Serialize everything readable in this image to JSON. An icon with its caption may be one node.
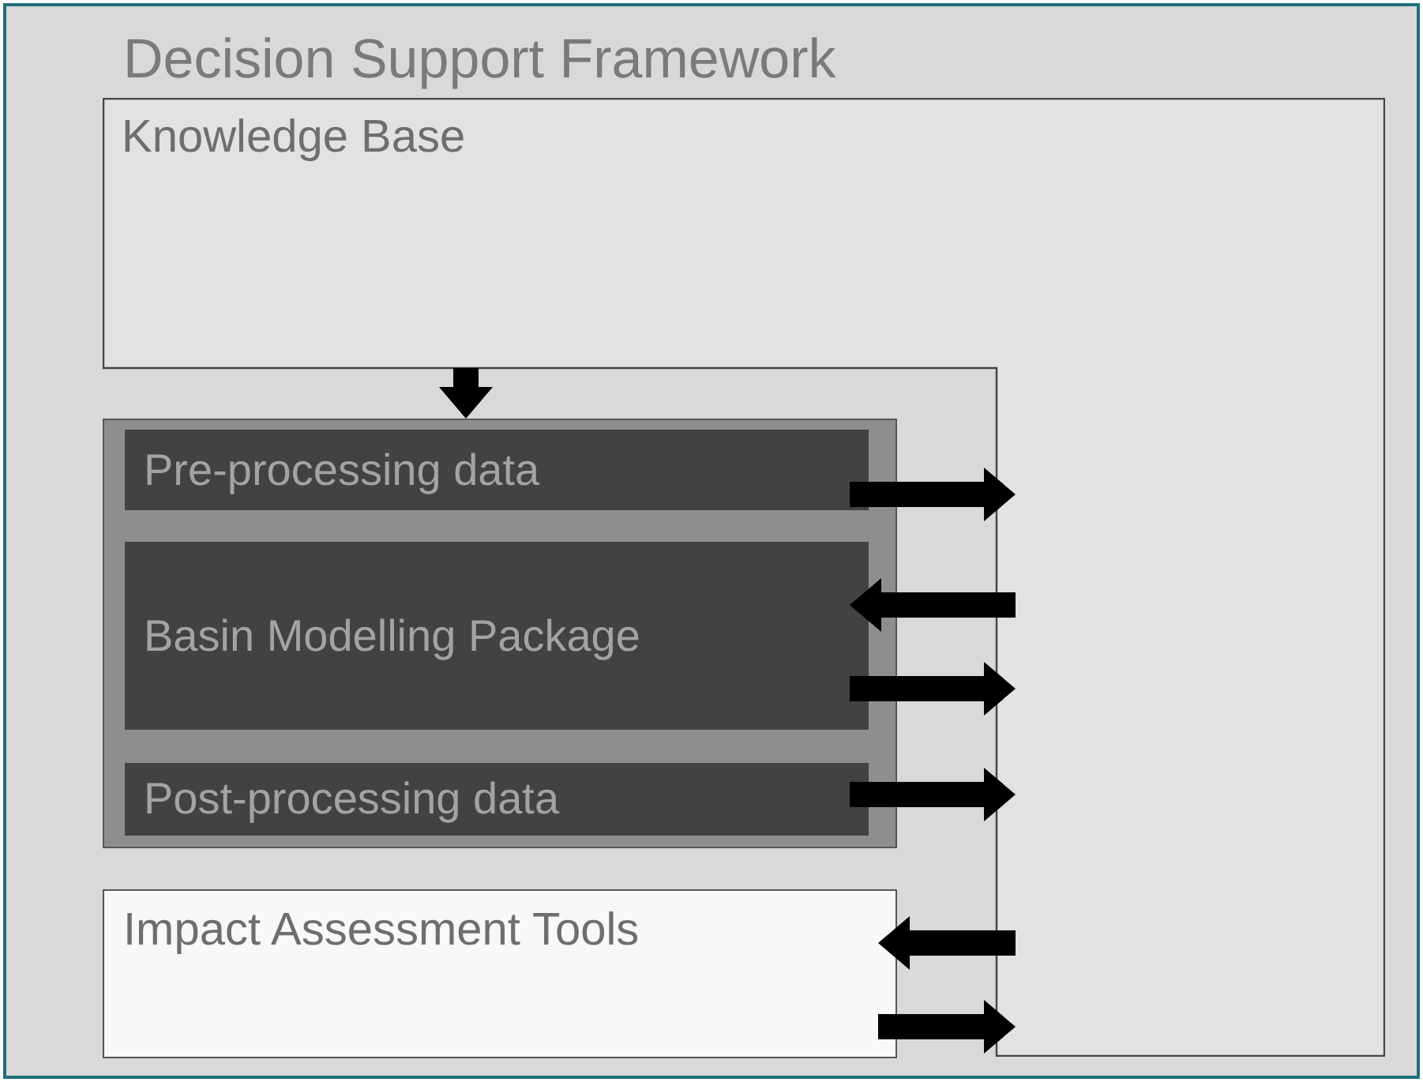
{
  "diagram": {
    "title": "Decision Support Framework",
    "nodes": [
      {
        "text": [
          "Knowledge Base"
        ]
      },
      {
        "text": [],
        "shape": "box"
      },
      {
        "text": [
          "Pre-processing data"
        ],
        "in": 1
      },
      {
        "text": [
          "Basin Modelling Package"
        ],
        "in": 1
      },
      {
        "text": [
          "Post-processing data"
        ],
        "in": 1
      },
      {
        "text": [
          "Impact Assessment Tools"
        ]
      }
    ],
    "edges": [
      {
        "from": 0,
        "to": 1,
        "arrow": "to"
      },
      {
        "from": 2,
        "to": 0,
        "arrow": "to"
      },
      {
        "from": 0,
        "to": 3,
        "arrow": "to"
      },
      {
        "from": 3,
        "to": 0,
        "arrow": "to"
      },
      {
        "from": 4,
        "to": 0,
        "arrow": "to"
      },
      {
        "from": 0,
        "to": 5,
        "arrow": "to"
      },
      {
        "from": 5,
        "to": 0,
        "arrow": "to"
      }
    ]
  }
}
